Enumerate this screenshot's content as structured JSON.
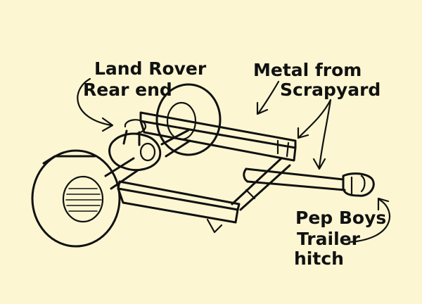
{
  "labels": {
    "land_rover_line1": "Land Rover",
    "land_rover_line2": "Rear end",
    "metal_line1": "Metal from",
    "metal_line2": "Scrapyard",
    "pepboys_line1": "Pep Boys",
    "pepboys_line2": "Trailer",
    "pepboys_line3": "hitch"
  },
  "colors": {
    "paper": "#fcf7d2",
    "ink": "#111111"
  }
}
